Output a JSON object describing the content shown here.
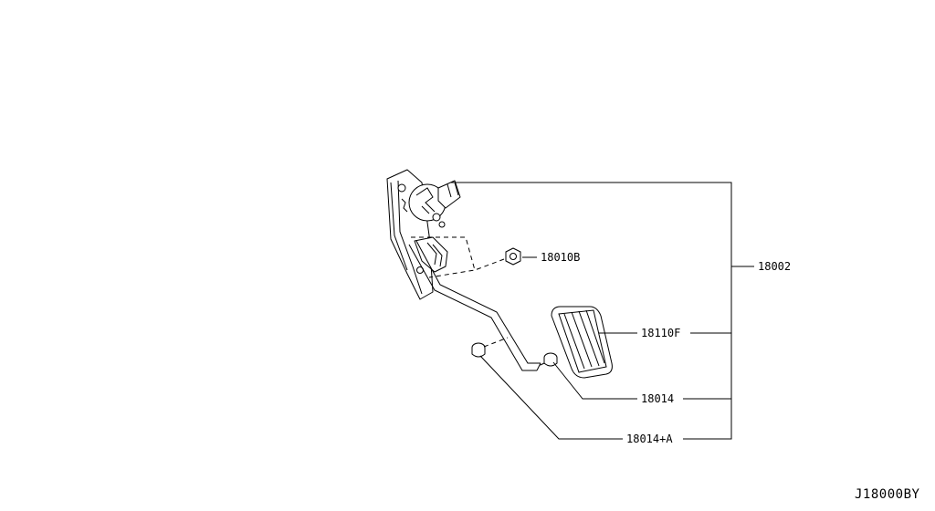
{
  "labels": {
    "assembly": "18002",
    "nut": "18010B",
    "pedal_pad": "18110F",
    "stopper": "18014",
    "stopper_a": "18014+A"
  },
  "diagram_code": "J18000BY"
}
